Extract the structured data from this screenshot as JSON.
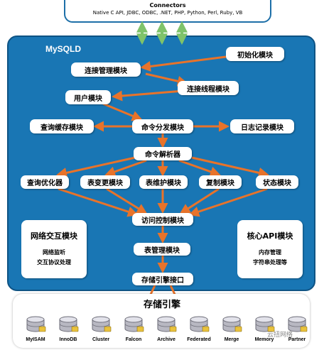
{
  "connectors": {
    "title": "Connectors",
    "list": "Native C API, JDBC, ODBC, .NET, PHP, Python, Perl, Ruby, VB"
  },
  "mysqld": {
    "title": "MySQLD"
  },
  "nodes": {
    "init": "初始化模块",
    "conn_mgmt": "连接管理模块",
    "conn_thread": "连接线程模块",
    "user": "用户模块",
    "query_cache": "查询缓存模块",
    "dispatcher": "命令分发模块",
    "log": "日志记录模块",
    "parser": "命令解析器",
    "optimizer": "查询优化器",
    "table_change": "表变更模块",
    "table_maint": "表维护模块",
    "replication": "复制模块",
    "status": "状态模块",
    "access_control": "访问控制模块",
    "table_mgmt": "表管理模块",
    "storage_iface": "存储引擎接口"
  },
  "panels": {
    "network": {
      "title": "网络交互模块",
      "lines": [
        "网络监听",
        "交互协议处理"
      ]
    },
    "core_api": {
      "title": "核心API模块",
      "lines": [
        "内存管理",
        "字符串处理等"
      ]
    }
  },
  "storage": {
    "title": "存储引擎",
    "engines": [
      "MyISAM",
      "InnoDB",
      "Cluster",
      "Falcon",
      "Archive",
      "Federated",
      "Merge",
      "Memory",
      "Partner"
    ]
  },
  "watermark": "云扭网络",
  "colors": {
    "panel_blue": "#1976b4",
    "arrow_orange": "#e8732a",
    "connector_green": "#7fc36a"
  }
}
